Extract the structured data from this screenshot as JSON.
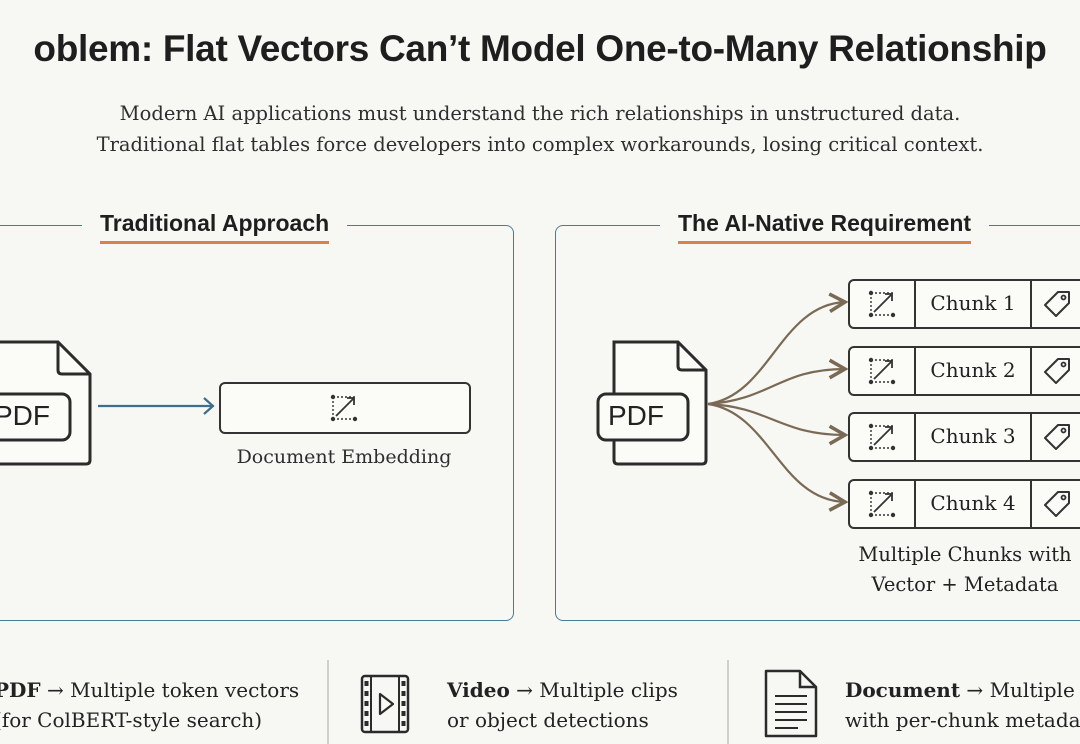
{
  "title": "oblem: Flat Vectors Can’t Model One-to-Many Relationship",
  "subtitle_lines": [
    "Modern AI applications must understand the rich relationships in unstructured data.",
    "Traditional flat tables force developers into complex workarounds, losing critical context."
  ],
  "left_panel": {
    "title": "Traditional Approach",
    "pdf_label": "PDF",
    "embedding_label": "Document Embedding"
  },
  "right_panel": {
    "title": "The AI-Native Requirement",
    "pdf_label": "PDF",
    "chunks": [
      "Chunk 1",
      "Chunk 2",
      "Chunk 3",
      "Chunk 4"
    ],
    "caption_lines": [
      "Multiple Chunks with",
      "Vector + Metadata"
    ]
  },
  "bottom": [
    {
      "bold": "PDF",
      "arrow": " → ",
      "line1_rest": "Multiple token vectors",
      "line2": "(for ColBERT-style search)",
      "icon": "document-icon"
    },
    {
      "bold": "Video",
      "arrow": " → ",
      "line1_rest": "Multiple clips",
      "line2": "or object detections",
      "icon": "film-icon"
    },
    {
      "bold": "Document",
      "arrow": " → ",
      "line1_rest": "Multiple",
      "line2": "with per-chunk metada",
      "icon": "text-document-icon"
    }
  ],
  "colors": {
    "accent_underline": "#d8824a",
    "panel_border": "#4a7a96",
    "connector": "#7a6a55"
  }
}
